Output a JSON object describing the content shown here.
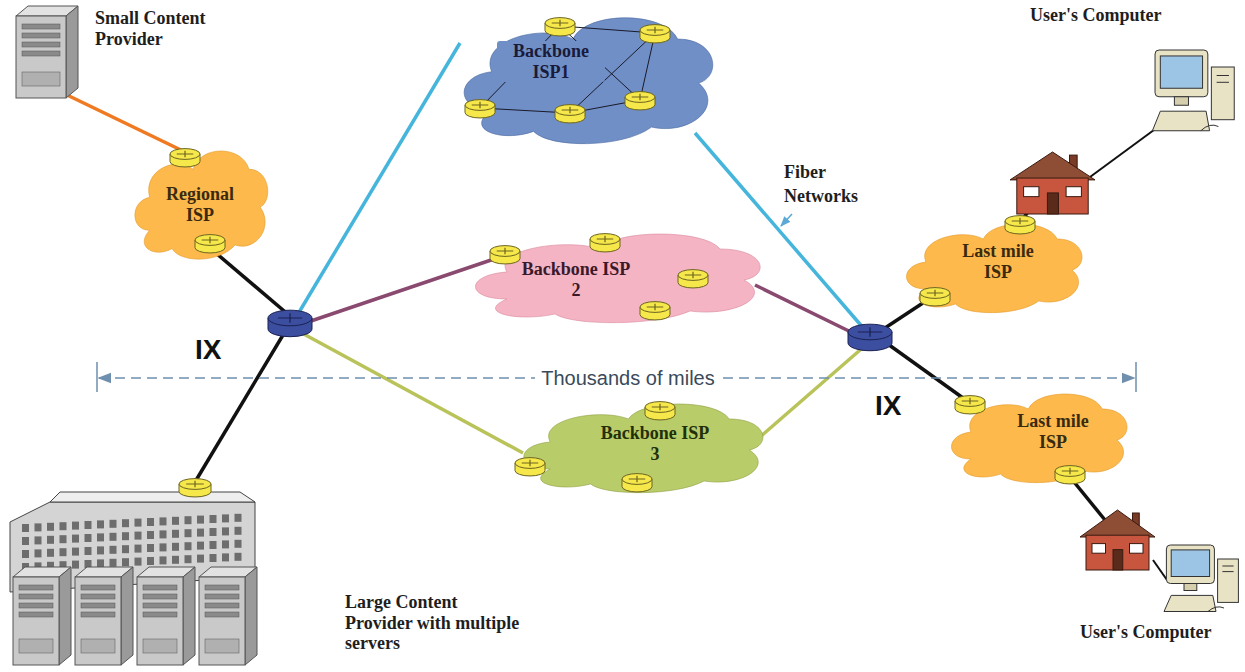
{
  "diagram": {
    "nodes": [
      {
        "text": [
          "Small Content Provider"
        ]
      },
      {
        "text": [
          "Regional ISP"
        ]
      },
      {
        "text": [
          "Backbone ISP1"
        ]
      },
      {
        "text": [
          "Backbone ISP 2"
        ]
      },
      {
        "text": [
          "Backbone ISP 3"
        ]
      },
      {
        "text": [
          "IX"
        ]
      },
      {
        "text": [
          "IX"
        ]
      },
      {
        "text": [
          "Last mile ISP"
        ]
      },
      {
        "text": [
          "Last mile ISP"
        ]
      },
      {
        "text": [
          "User's Computer"
        ]
      },
      {
        "text": [
          "User's Computer"
        ]
      },
      {
        "text": [
          "Large Content Provider with multiple servers"
        ]
      }
    ],
    "edges": [
      {
        "from": 0,
        "to": 1,
        "arrow": "none"
      },
      {
        "from": 1,
        "to": 5,
        "arrow": "none"
      },
      {
        "from": 11,
        "to": 5,
        "arrow": "none"
      },
      {
        "from": 5,
        "to": 2,
        "arrow": "none"
      },
      {
        "from": 5,
        "to": 3,
        "arrow": "none"
      },
      {
        "from": 5,
        "to": 4,
        "arrow": "none"
      },
      {
        "from": 2,
        "to": 6,
        "arrow": "none"
      },
      {
        "from": 3,
        "to": 6,
        "arrow": "none"
      },
      {
        "from": 4,
        "to": 6,
        "arrow": "none"
      },
      {
        "from": 6,
        "to": 7,
        "arrow": "none"
      },
      {
        "from": 6,
        "to": 8,
        "arrow": "none"
      },
      {
        "from": 7,
        "to": 9,
        "arrow": "none"
      },
      {
        "from": 8,
        "to": 10,
        "arrow": "none"
      }
    ],
    "labels": [
      "Fiber Networks",
      "Thousands of miles"
    ]
  }
}
